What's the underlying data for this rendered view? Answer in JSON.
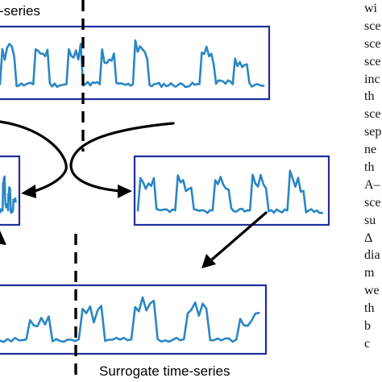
{
  "figure": {
    "top_label": "-series",
    "bottom_label": "Surrogate time-series",
    "colors": {
      "series": "#2a86c4",
      "frame": "#1f2d9c",
      "arrow": "#000000"
    },
    "panels": [
      {
        "id": "original-top",
        "series": [
          0.9,
          0.1,
          0.85,
          0.1,
          0.88,
          0.12,
          0.8,
          0.1,
          0.9,
          0.1,
          0.1,
          0.1,
          0.85,
          0.15,
          0.7,
          0.1
        ]
      },
      {
        "id": "segment-left",
        "series": [
          0.1,
          0.8,
          0.2,
          0.7,
          0.1,
          0.3
        ]
      },
      {
        "id": "segment-right",
        "series": [
          0.9,
          0.1,
          0.85,
          0.1,
          0.88,
          0.12,
          0.82,
          0.1,
          0.85,
          0.1
        ]
      },
      {
        "id": "surrogate-bottom",
        "series": [
          0.1,
          0.6,
          0.1,
          0.8,
          0.1,
          0.95,
          0.1,
          0.85,
          0.1,
          0.7
        ]
      }
    ]
  },
  "side_text": {
    "lines": [
      "wi",
      "sce",
      "sce",
      "sce",
      "inc",
      "th",
      "sce",
      "sep",
      "ne",
      "th",
      "A–",
      "sce",
      "su",
      "Δ",
      "dia",
      "m",
      "we",
      "th",
      "b",
      "c"
    ]
  }
}
